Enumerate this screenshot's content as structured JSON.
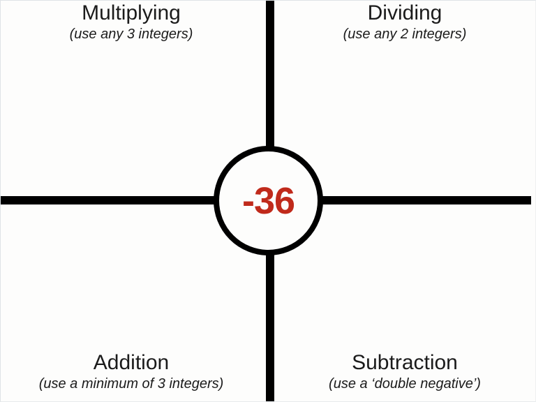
{
  "diagram": {
    "type": "quadrant-concept-map",
    "center": {
      "value": "-36",
      "value_color": "#c02a1b",
      "shape": "circle",
      "stroke_color": "#000000"
    },
    "axis_color": "#000000",
    "background_color": "#fdfdfc",
    "quadrants": [
      {
        "position": "top-left",
        "title": "Multiplying",
        "subtitle": "(use any 3 integers)"
      },
      {
        "position": "top-right",
        "title": "Dividing",
        "subtitle": "(use any 2 integers)"
      },
      {
        "position": "bottom-left",
        "title": "Addition",
        "subtitle": "(use a minimum of 3 integers)"
      },
      {
        "position": "bottom-right",
        "title": "Subtraction",
        "subtitle": "(use a ‘double negative’)"
      }
    ]
  }
}
